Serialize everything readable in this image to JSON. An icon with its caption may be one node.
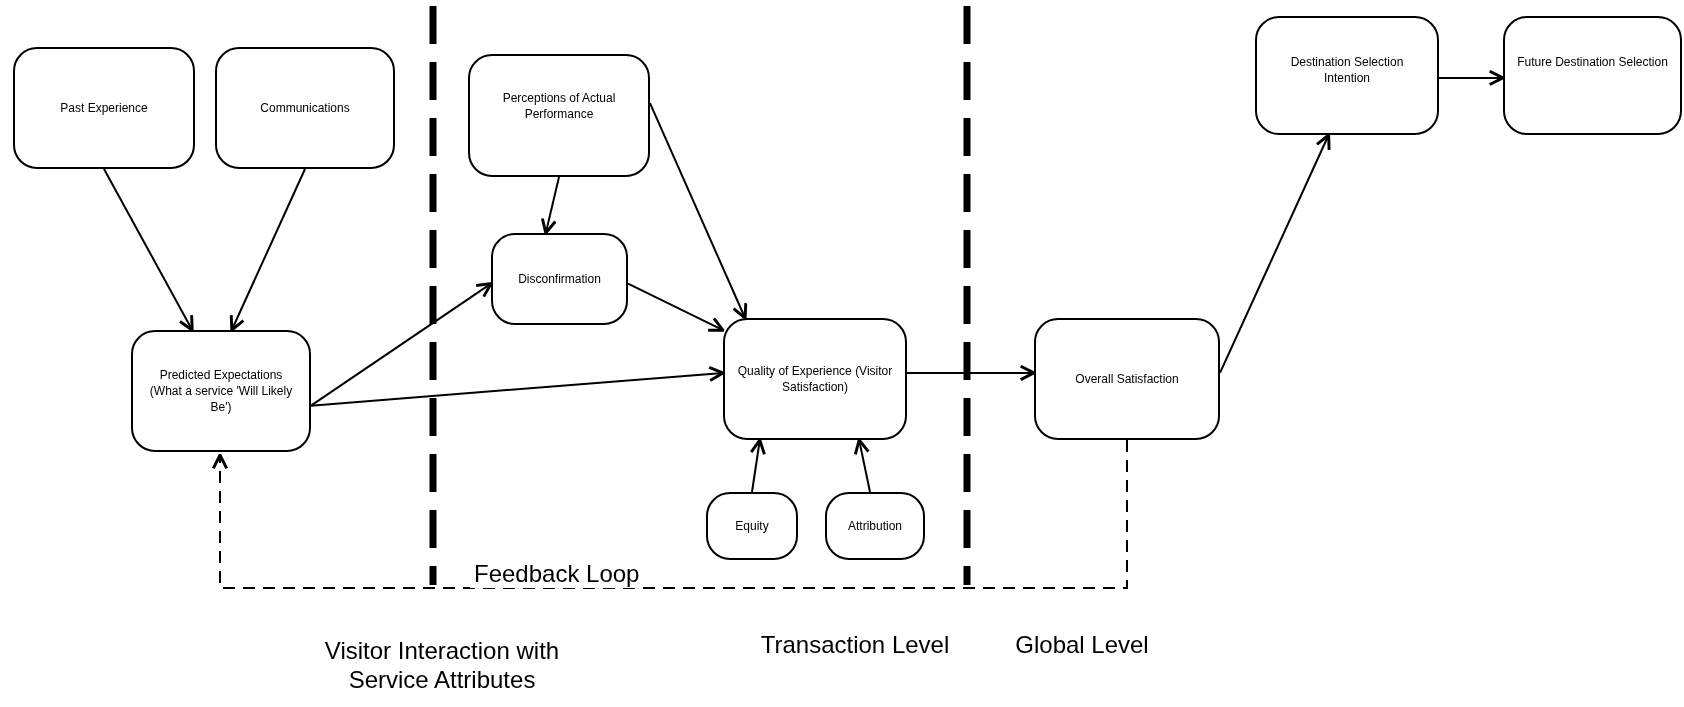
{
  "diagram": {
    "nodes": [
      {
        "text": [
          "Past Experience"
        ]
      },
      {
        "text": [
          "Communications"
        ]
      },
      {
        "text": [
          "Perceptions of Actual Performance"
        ]
      },
      {
        "text": [
          "Disconfirmation"
        ]
      },
      {
        "text": [
          "Predicted Expectations (What a service 'Will Likely Be')"
        ]
      },
      {
        "text": [
          "Quality of Experience (Visitor Satisfaction)"
        ]
      },
      {
        "text": [
          "Equity"
        ]
      },
      {
        "text": [
          "Attribution"
        ]
      },
      {
        "text": [
          "Overall Satisfaction"
        ]
      },
      {
        "text": [
          "Destination Selection Intention"
        ]
      },
      {
        "text": [
          "Future Destination Selection"
        ]
      }
    ],
    "edges": [
      {
        "from": 0,
        "to": 4,
        "arrow": "to"
      },
      {
        "from": 1,
        "to": 4,
        "arrow": "to"
      },
      {
        "from": 2,
        "to": 3,
        "arrow": "to"
      },
      {
        "from": 2,
        "to": 5,
        "arrow": "to"
      },
      {
        "from": 4,
        "to": 3,
        "arrow": "to"
      },
      {
        "from": 3,
        "to": 5,
        "arrow": "to"
      },
      {
        "from": 4,
        "to": 5,
        "arrow": "to"
      },
      {
        "from": 6,
        "to": 5,
        "arrow": "to"
      },
      {
        "from": 7,
        "to": 5,
        "arrow": "to"
      },
      {
        "from": 5,
        "to": 8,
        "arrow": "to"
      },
      {
        "from": 8,
        "to": 9,
        "arrow": "to"
      },
      {
        "from": 9,
        "to": 10,
        "arrow": "to"
      },
      {
        "from": 8,
        "to": 4,
        "arrow": "to",
        "label": "Feedback Loop",
        "style": "dashed"
      }
    ],
    "labels": [
      "Visitor Interaction with Service Attributes",
      "Transaction Level",
      "Global Level"
    ]
  }
}
